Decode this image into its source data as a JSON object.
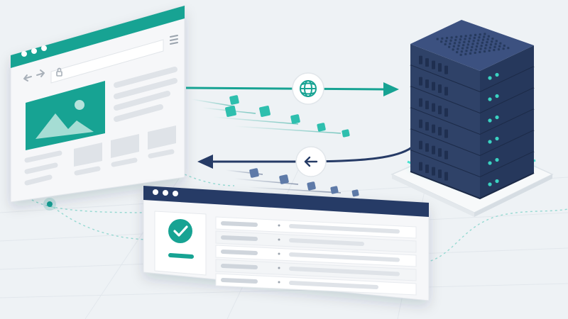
{
  "colors": {
    "background": "#eef2f5",
    "teal": "#17a393",
    "teal_dark": "#0f8f80",
    "navy": "#263b66",
    "navy_server": "#2f4268",
    "navy_server_top": "#3c5180",
    "led": "#3ad3c2",
    "skeleton": "#dfe3e8",
    "skeleton_dark": "#cfd5dc",
    "window_bg": "#f6f7f9"
  },
  "icons": {
    "browser_window_dots": "three-dots-icon",
    "browser_menu": "hamburger-menu-icon",
    "back": "arrow-left-icon",
    "forward": "arrow-right-icon",
    "lock": "lock-icon",
    "image_placeholder": "mountain-image-icon",
    "globe": "globe-icon",
    "response_arrow": "arrow-left-icon",
    "success": "check-circle-icon",
    "server": "server-rack-icon"
  },
  "diagram": {
    "request_direction": "browser-to-server",
    "response_direction": "server-to-client",
    "server_units": 6
  }
}
